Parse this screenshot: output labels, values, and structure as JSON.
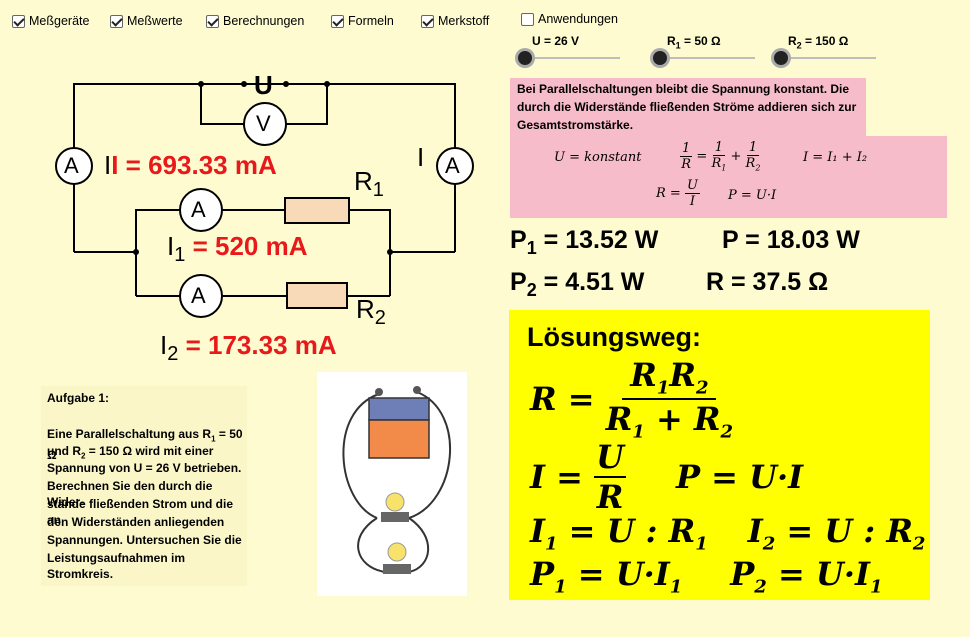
{
  "checkboxes": [
    {
      "label": "Meßgeräte",
      "checked": true
    },
    {
      "label": "Meßwerte",
      "checked": true
    },
    {
      "label": "Berechnungen",
      "checked": true
    },
    {
      "label": "Formeln",
      "checked": true
    },
    {
      "label": "Merkstoff",
      "checked": true
    },
    {
      "label": "Anwendungen",
      "checked": false
    }
  ],
  "sliders": {
    "u": {
      "label": "U = 26 V"
    },
    "r1": {
      "label_prefix": "R",
      "label_sub": "1",
      "label_suffix": " = 50 Ω"
    },
    "r2": {
      "label_prefix": "R",
      "label_sub": "2",
      "label_suffix": " = 150 Ω"
    }
  },
  "circuit": {
    "u_label": "U",
    "v_label": "V",
    "a_label": "A",
    "i_label": "I",
    "i_value": "I = 693.33 mA",
    "i1_sym": "I",
    "i1_sub": "1",
    "i1_value": "= 520 mA",
    "i2_sym": "I",
    "i2_sub": "2",
    "i2_value": "= 173.33 mA",
    "r1_sym": "R",
    "r1_sub": "1",
    "r2_sym": "R",
    "r2_sub": "2"
  },
  "merkstoff": {
    "text": "Bei Parallelschaltungen bleibt die Spannung konstant. Die durch die Widerstände fließenden Ströme addieren sich zur Gesamtstromstärke.",
    "f_u_konstant": "U = konstant",
    "f_r_equal": "R =",
    "f_p": "P = U·I",
    "f_i_sum": "I = I₁ + I₂"
  },
  "results": {
    "p1_sym": "P",
    "p1_sub": "1",
    "p1_value": " = 13.52 W",
    "p2_sym": "P",
    "p2_sub": "2",
    "p2_value": " = 4.51 W",
    "p_total": "P = 18.03 W",
    "r_total": "R = 37.5 Ω"
  },
  "loesungsweg": {
    "title": "Lösungsweg:"
  },
  "aufgabe": {
    "title": "Aufgabe 1:",
    "line1_a": "Eine Parallelschaltung aus R",
    "line1_sub": "1",
    "line1_b": " = 50 Ω",
    "line2_a": "und R",
    "line2_sub": "2",
    "line2_b": " = 150 Ω wird mit einer",
    "lines": [
      "Spannung von U = 26 V betrieben.",
      "Berechnen Sie den durch die Wider-",
      "stände fließenden Strom und die an",
      "den Widerständen anliegenden",
      "Spannungen.  Untersuchen Sie die",
      "Leistungsaufnahmen  im Stromkreis."
    ]
  },
  "colors": {
    "background": "#fdfbcf",
    "red": "#e8191a",
    "pink": "#f6bcc9",
    "yellow": "#ffff00",
    "resistor": "#f8d9b8"
  }
}
